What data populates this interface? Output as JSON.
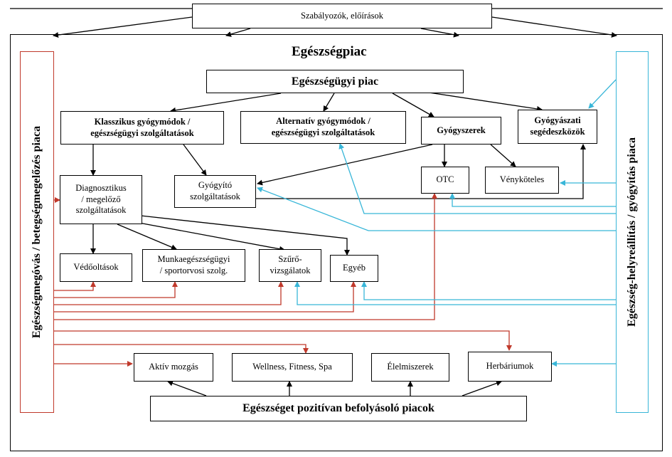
{
  "diagram": {
    "top_box": "Szabályozók, előírások",
    "title": "Egészségpiac",
    "left_side": "Egészségmegóvás / betegségmegelőzés piaca",
    "right_side": "Egészség-helyreállítás / gyógyítás piaca",
    "nodes": {
      "health_market": "Egészségügyi piac",
      "classical": "Klasszikus gyógymódok /\negészségügyi szolgáltatások",
      "alternative": "Alternatív gyógymódok /\negészségügyi szolgáltatások",
      "medicines": "Gyógyszerek",
      "medical_aids": "Gyógyászati\nsegédeszközök",
      "diagnostic": "Diagnosztikus\n/ megelőző\nszolgáltatások",
      "curative": "Gyógyító\nszolgáltatások",
      "otc": "OTC",
      "prescription": "Vényköteles",
      "vaccinations": "Védőoltások",
      "occupational": "Munkaegészségügyi\n/ sportorvosi szolg.",
      "screening": "Szűrő-\nvizsgálatok",
      "other": "Egyéb",
      "active_movement": "Aktív mozgás",
      "wellness": "Wellness, Fitness, Spa",
      "foods": "Élelmiszerek",
      "herbal": "Herbáriumok",
      "positive_markets": "Egészséget pozitívan befolyásoló piacok"
    },
    "colors": {
      "black": "#000000",
      "red": "#c0392b",
      "blue": "#38b6d8"
    }
  }
}
